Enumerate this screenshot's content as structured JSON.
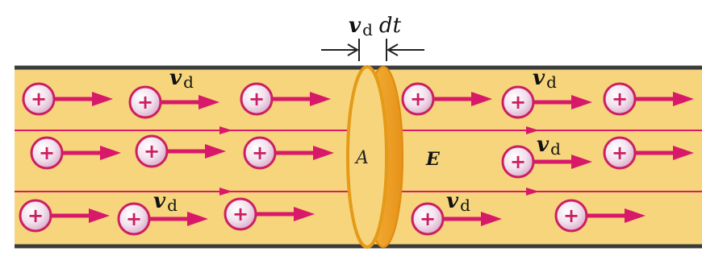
{
  "labels": {
    "drift_velocity_symbol": "v",
    "drift_velocity_subscript": "d",
    "time_differential": "dt",
    "area_symbol": "A",
    "field_symbol": "E",
    "charge_symbol": "+"
  },
  "colors": {
    "wire_fill": "#f6d57c",
    "wire_border": "#3b3b3b",
    "charge_body": "#ead7e6",
    "charge_outline": "#cc1f62",
    "arrow": "#d8196a",
    "field_line": "#d8196a",
    "disk": "#f0a826",
    "disk_edge": "#e08a10"
  },
  "icons": {
    "charge": "positive-charge-icon",
    "velocity": "velocity-arrow-icon"
  },
  "velocity_label_count": 6
}
